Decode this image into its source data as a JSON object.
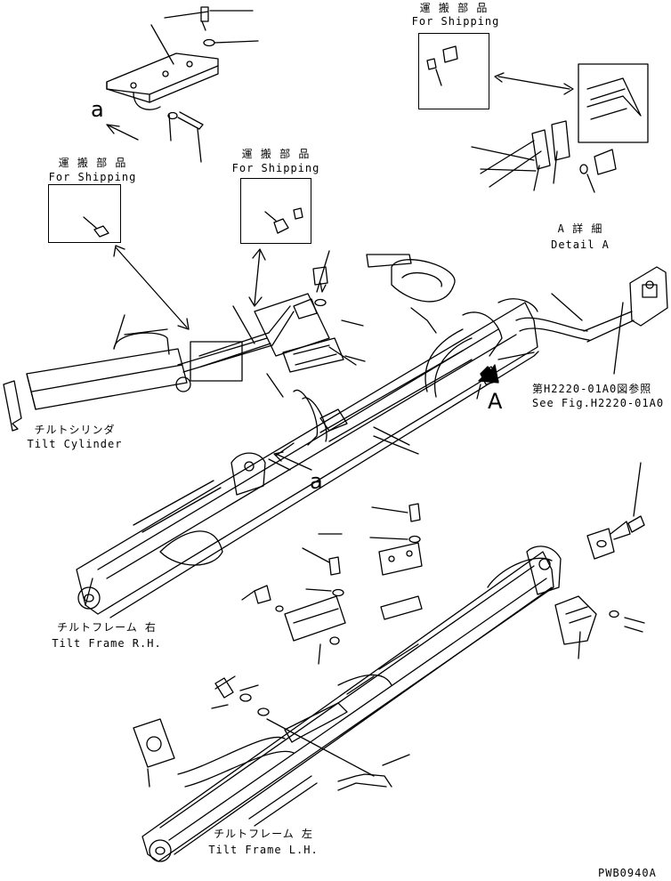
{
  "labels": {
    "shipping_jp": "運 搬 部 品",
    "shipping_en": "For Shipping",
    "detail_jp": "A 詳 細",
    "detail_en": "Detail A",
    "see_fig_jp": "第H2220-01A0図参照",
    "see_fig_en": "See Fig.H2220-01A0",
    "tilt_cylinder_jp": "チルトシリンダ",
    "tilt_cylinder_en": "Tilt Cylinder",
    "tilt_frame_rh_jp": "チルトフレーム 右",
    "tilt_frame_rh_en": "Tilt Frame R.H.",
    "tilt_frame_lh_jp": "チルトフレーム 左",
    "tilt_frame_lh_en": "Tilt Frame L.H.",
    "view_a": "A",
    "view_a_small": "a",
    "drawing_code": "PWB0940A"
  }
}
